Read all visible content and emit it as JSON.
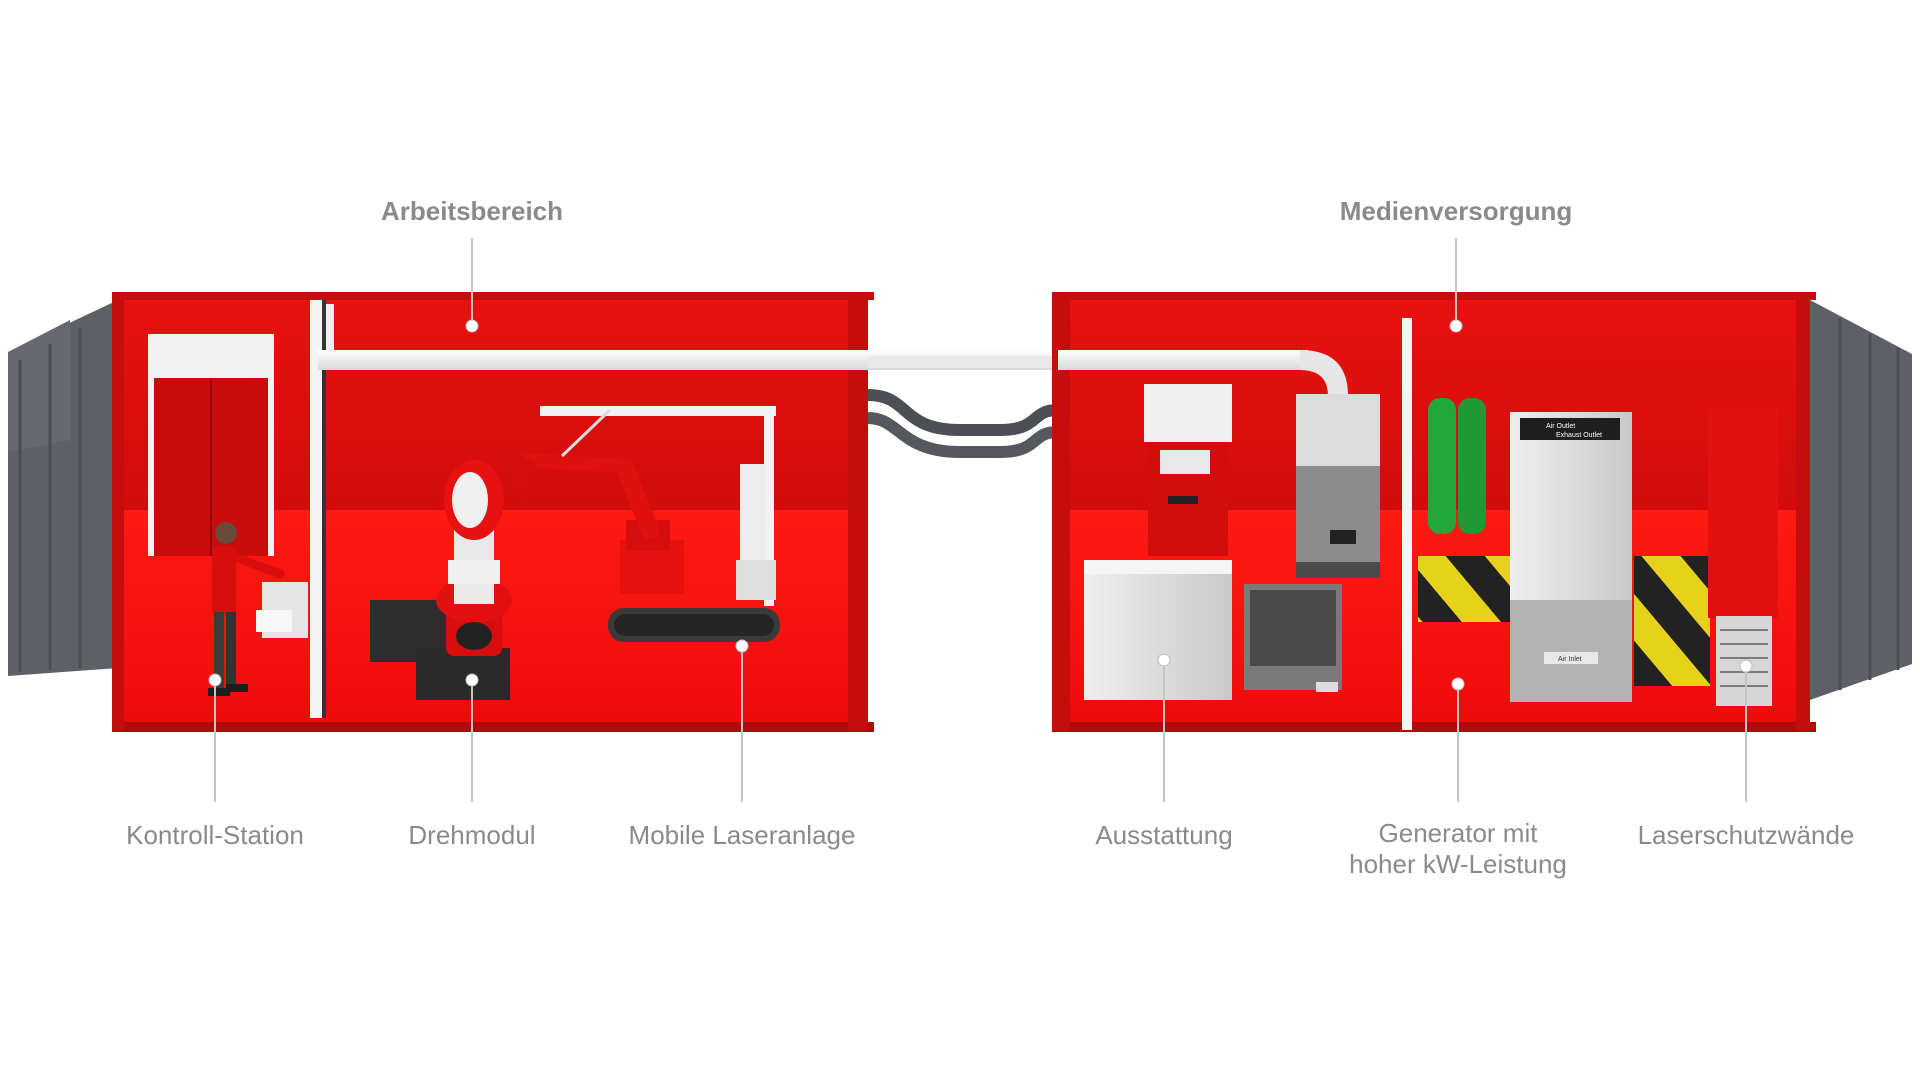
{
  "headers": {
    "left": "Arbeitsbereich",
    "right": "Medienversorgung"
  },
  "labels": {
    "control_station": "Kontroll-Station",
    "rotary_module": "Drehmodul",
    "mobile_laser": "Mobile Laseranlage",
    "equipment": "Ausstattung",
    "generator_line1": "Generator mit",
    "generator_line2": "hoher kW-Leistung",
    "laser_walls": "Laserschutzwände"
  },
  "equipment_text": {
    "air_outlet": "Air Outlet",
    "exhaust_outlet": "Exhaust Outlet",
    "air_inlet": "Air Inlet"
  },
  "colors": {
    "container_red": "#e40f0f",
    "floor_red": "#f20a0a",
    "door_gray": "#5d6166",
    "label_gray": "#8a8a8a",
    "gas_green": "#22a83a",
    "hazard_yellow": "#e6d21a"
  }
}
